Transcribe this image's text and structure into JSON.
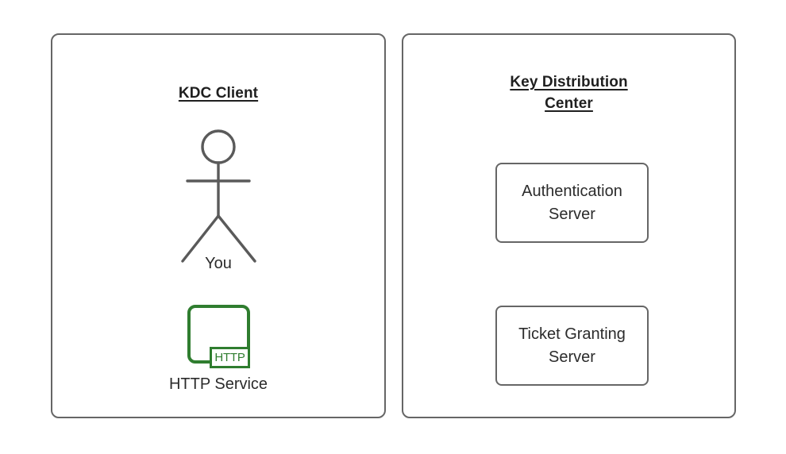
{
  "diagram": {
    "background": "#ffffff",
    "stroke_color": "#666666",
    "text_color": "#2b2b2b",
    "accent_green": "#2f7d2f",
    "panels": [
      {
        "id": "kdc-client",
        "title_lines": [
          "KDC Client"
        ],
        "actor": {
          "icon": "stick-figure-icon",
          "label": "You"
        },
        "service": {
          "icon": "http-service-icon",
          "tag_text": "HTTP",
          "label": "HTTP Service"
        }
      },
      {
        "id": "key-distribution-center",
        "title_lines": [
          "Key Distribution",
          "Center"
        ],
        "servers": [
          {
            "id": "authentication-server",
            "lines": [
              "Authentication",
              "Server"
            ]
          },
          {
            "id": "ticket-granting-server",
            "lines": [
              "Ticket Granting",
              "Server"
            ]
          }
        ]
      }
    ]
  }
}
